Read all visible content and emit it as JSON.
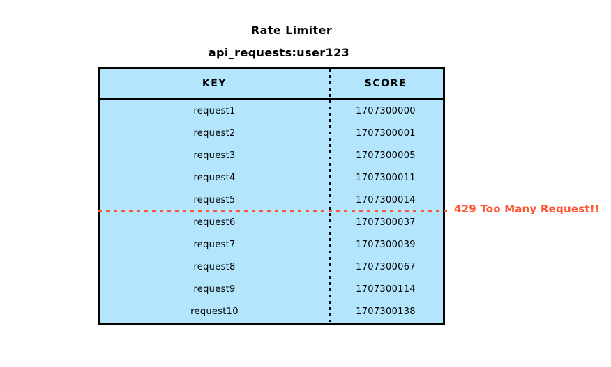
{
  "diagram": {
    "title": "Rate Limiter",
    "subtitle": "api_requests:user123",
    "columns": {
      "key": "KEY",
      "score": "SCORE"
    },
    "rows": [
      {
        "key": "request1",
        "score": "1707300000"
      },
      {
        "key": "request2",
        "score": "1707300001"
      },
      {
        "key": "request3",
        "score": "1707300005"
      },
      {
        "key": "request4",
        "score": "1707300011"
      },
      {
        "key": "request5",
        "score": "1707300014"
      },
      {
        "key": "request6",
        "score": "1707300037"
      },
      {
        "key": "request7",
        "score": "1707300039"
      },
      {
        "key": "request8",
        "score": "1707300067"
      },
      {
        "key": "request9",
        "score": "1707300114"
      },
      {
        "key": "request10",
        "score": "1707300138"
      }
    ],
    "limit": {
      "label": "429 Too Many Request!!",
      "after_row_index": 5,
      "color": "#ff5533"
    },
    "colors": {
      "table_fill": "#b3e5fc",
      "table_border": "#000000",
      "text": "#000000",
      "limit_accent": "#ff5533",
      "background": "#ffffff"
    }
  }
}
